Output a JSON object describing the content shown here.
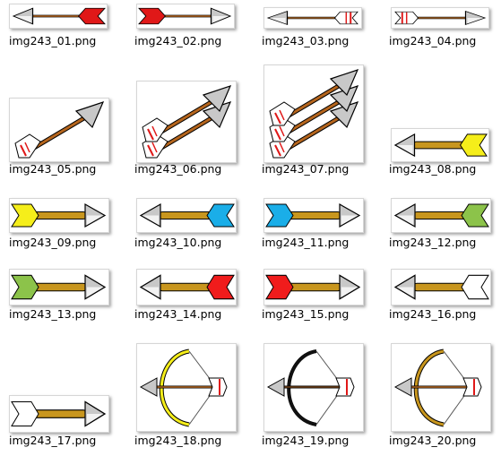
{
  "files": [
    {
      "name": "img243_01.png",
      "kind": "h",
      "tip": "left",
      "fletch": "feather-red",
      "shaft": "brown"
    },
    {
      "name": "img243_02.png",
      "kind": "h",
      "tip": "right",
      "fletch": "feather-red",
      "shaft": "brown"
    },
    {
      "name": "img243_03.png",
      "kind": "h",
      "tip": "left",
      "fletch": "white-red",
      "shaft": "brown"
    },
    {
      "name": "img243_04.png",
      "kind": "h",
      "tip": "right",
      "fletch": "white-red",
      "shaft": "brown"
    },
    {
      "name": "img243_05.png",
      "kind": "diag1"
    },
    {
      "name": "img243_06.png",
      "kind": "diag2"
    },
    {
      "name": "img243_07.png",
      "kind": "diag3"
    },
    {
      "name": "img243_08.png",
      "kind": "h",
      "tip": "left",
      "fletch": "yellow",
      "shaft": "gold"
    },
    {
      "name": "img243_09.png",
      "kind": "h",
      "tip": "right",
      "fletch": "yellow",
      "shaft": "gold"
    },
    {
      "name": "img243_10.png",
      "kind": "h",
      "tip": "left",
      "fletch": "blue",
      "shaft": "gold"
    },
    {
      "name": "img243_11.png",
      "kind": "h",
      "tip": "right",
      "fletch": "blue",
      "shaft": "gold"
    },
    {
      "name": "img243_12.png",
      "kind": "h",
      "tip": "left",
      "fletch": "green",
      "shaft": "gold"
    },
    {
      "name": "img243_13.png",
      "kind": "h",
      "tip": "right",
      "fletch": "green",
      "shaft": "gold"
    },
    {
      "name": "img243_14.png",
      "kind": "h",
      "tip": "left",
      "fletch": "red",
      "shaft": "gold"
    },
    {
      "name": "img243_15.png",
      "kind": "h",
      "tip": "right",
      "fletch": "red",
      "shaft": "gold"
    },
    {
      "name": "img243_16.png",
      "kind": "h",
      "tip": "left",
      "fletch": "white",
      "shaft": "gold"
    },
    {
      "name": "img243_17.png",
      "kind": "h",
      "tip": "right",
      "fletch": "white",
      "shaft": "gold"
    },
    {
      "name": "img243_18.png",
      "kind": "bow",
      "bow": "yellow"
    },
    {
      "name": "img243_19.png",
      "kind": "bow",
      "bow": "black"
    },
    {
      "name": "img243_20.png",
      "kind": "bow",
      "bow": "gold"
    }
  ],
  "colors": {
    "feather_red": "#e01818",
    "yellow": "#f5ee1a",
    "blue": "#1aaee8",
    "green": "#8cc34a",
    "red": "#f01c1c",
    "white": "#ffffff",
    "shaft_brown": "#b5651d",
    "shaft_gold": "#c8961e",
    "tip_gray": "#c8c8c8"
  }
}
